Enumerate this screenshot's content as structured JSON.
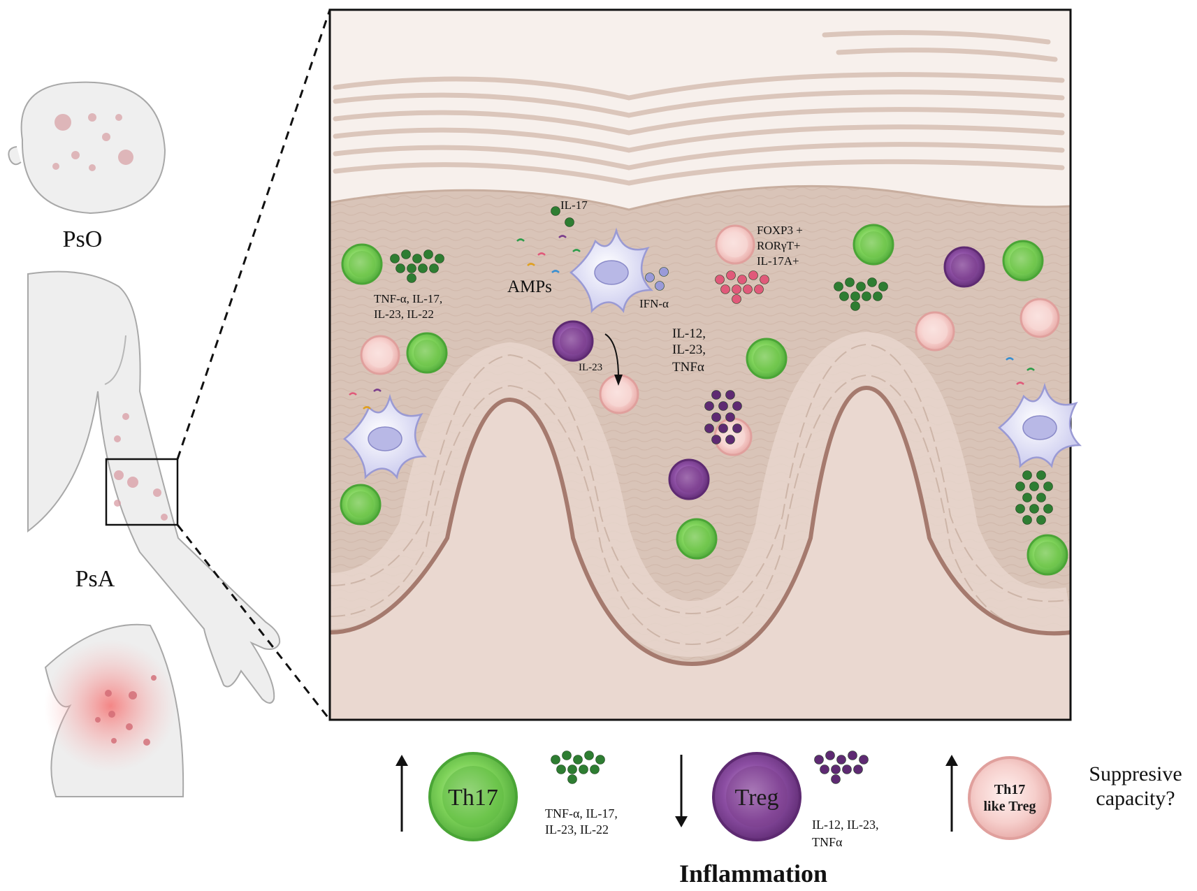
{
  "labels": {
    "pso": "PsO",
    "psa": "PsA",
    "il17_top": "IL-17",
    "amps": "AMPs",
    "ifn": "IFN-α",
    "foxp3": "FOXP3 +",
    "rorgt": "RORγT+",
    "il17a": "IL-17A+",
    "left_cyt_1": "TNF-α, IL-17,",
    "left_cyt_2": "IL-23, IL-22",
    "il23_arrow": "IL-23",
    "mid_cyt_1": "IL-12,",
    "mid_cyt_2": "IL-23,",
    "mid_cyt_3": "TNFα"
  },
  "legend": {
    "th17": "Th17",
    "th17_cyt_1": "TNF-α, IL-17,",
    "th17_cyt_2": "IL-23, IL-22",
    "treg": "Treg",
    "treg_cyt_1": "IL-12, IL-23,",
    "treg_cyt_2": "TNFα",
    "th17treg_1": "Th17",
    "th17treg_2": "like Treg",
    "question_1": "Suppresive",
    "question_2": "capacity?",
    "inflammation": "Inflammation"
  },
  "colors": {
    "th17": "#6cc24a",
    "treg": "#7b3f8c",
    "th17_treg": "#f2c4c4",
    "green_cytokine": "#2e7d32",
    "purple_cytokine": "#5e2a72",
    "pink_cytokine": "#e05a7a",
    "skin_dermis": "#ead8d0",
    "skin_epidermis": "#d7c1b4"
  }
}
